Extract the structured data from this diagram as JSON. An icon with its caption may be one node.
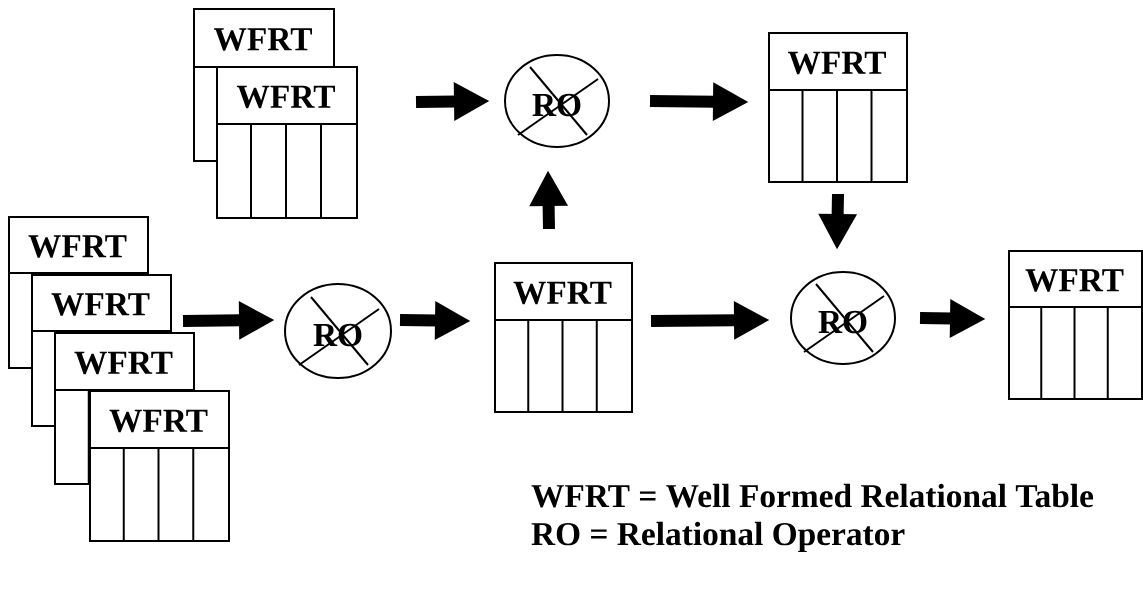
{
  "diagram": {
    "nodes": [
      {
        "text": [
          "WFRT"
        ]
      },
      {
        "text": [
          "WFRT"
        ]
      },
      {
        "text": [
          "RO"
        ]
      },
      {
        "text": [
          "WFRT"
        ]
      },
      {
        "text": [
          "WFRT"
        ]
      },
      {
        "text": [
          "WFRT"
        ]
      },
      {
        "text": [
          "WFRT"
        ]
      },
      {
        "text": [
          "WFRT"
        ]
      },
      {
        "text": [
          "RO"
        ]
      },
      {
        "text": [
          "WFRT"
        ]
      },
      {
        "text": [
          "RO"
        ]
      },
      {
        "text": [
          "WFRT"
        ]
      }
    ],
    "edges": [
      {
        "from": 1,
        "to": 2,
        "arrow": "to"
      },
      {
        "from": 2,
        "to": 3,
        "arrow": "to"
      },
      {
        "from": 9,
        "to": 2,
        "arrow": "to"
      },
      {
        "from": 3,
        "to": 10,
        "arrow": "to"
      },
      {
        "from": 5,
        "to": 8,
        "arrow": "to"
      },
      {
        "from": 8,
        "to": 9,
        "arrow": "to"
      },
      {
        "from": 9,
        "to": 10,
        "arrow": "to"
      },
      {
        "from": 10,
        "to": 11,
        "arrow": "to"
      }
    ],
    "labels": [
      "WFRT = Well Formed Relational Table",
      "RO = Relational Operator"
    ]
  }
}
